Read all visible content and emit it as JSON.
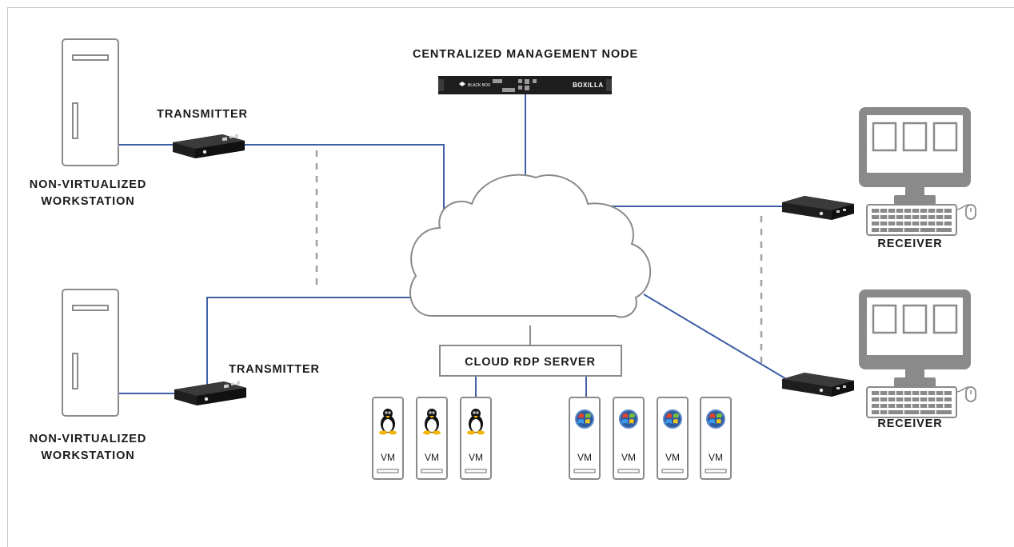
{
  "diagram": {
    "management_node_label": "CENTRALIZED MANAGEMENT NODE",
    "management_device": {
      "brand": "BLACK BOX",
      "model": "BOXILLA"
    },
    "transmitter_top_label": "TRANSMITTER",
    "transmitter_bottom_label": "TRANSMITTER",
    "workstation_top_label": [
      "NON-VIRTUALIZED",
      "WORKSTATION"
    ],
    "workstation_bottom_label": [
      "NON-VIRTUALIZED",
      "WORKSTATION"
    ],
    "receiver_top_label": "RECEIVER",
    "receiver_bottom_label": "RECEIVER",
    "rdp_server_label": "CLOUD RDP SERVER",
    "vm_label": "VM",
    "linux_vm_count": 3,
    "windows_vm_count": 4,
    "colors": {
      "link_line": "#3f5fa6",
      "dashed_line": "#a0a0a0",
      "outline": "#8a8a8a",
      "device_body": "#1e1e1e",
      "label_text": "#1a1a1a"
    }
  }
}
